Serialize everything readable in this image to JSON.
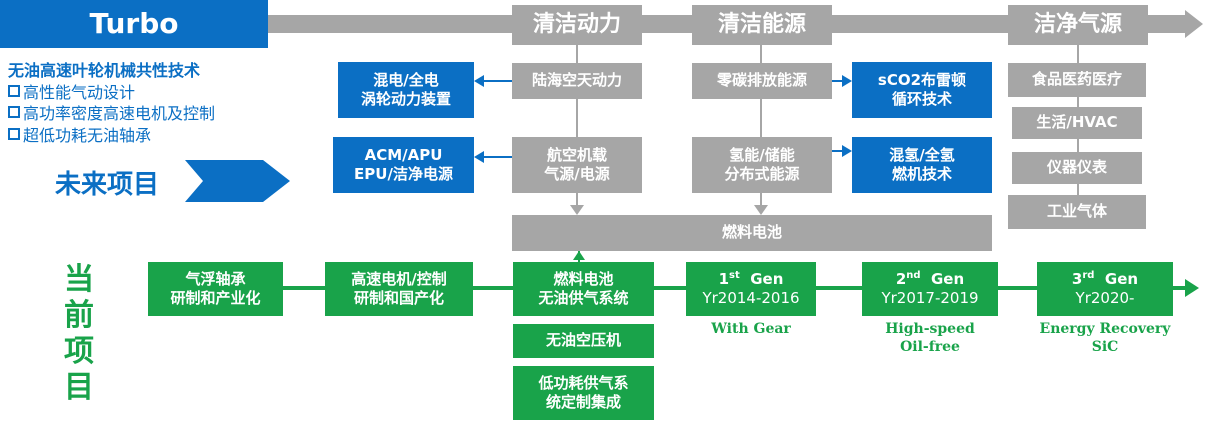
{
  "turbo": {
    "title": "Turbo"
  },
  "tech": {
    "title": "无油高速叶轮机械共性技术",
    "items": [
      "高性能气动设计",
      "高功率密度高速电机及控制",
      "超低功耗无油轴承"
    ]
  },
  "future_label": "未来项目",
  "current_label": "当前项目",
  "categories": [
    "清洁动力",
    "清洁能源",
    "洁净气源"
  ],
  "col1": {
    "app1": "陆海空天动力",
    "app2": "航空机载\n气源/电源"
  },
  "col2": {
    "app1": "零碳排放能源",
    "app2": "氢能/储能\n分布式能源"
  },
  "col3": {
    "items": [
      "食品医药医疗",
      "生活/HVAC",
      "仪器仪表",
      "工业气体"
    ]
  },
  "blue": {
    "left1": "混电/全电\n涡轮动力装置",
    "left2": "ACM/APU\nEPU/洁净电源",
    "right1": "sCO2布雷顿\n循环技术",
    "right2": "混氢/全氢\n燃机技术"
  },
  "fuel_cell": "燃料电池",
  "current": {
    "b1": "气浮轴承\n研制和产业化",
    "b2": "高速电机/控制\n研制和国产化",
    "b3": "燃料电池\n无油供气系统",
    "b4": "无油空压机",
    "b5": "低功耗供气系\n统定制集成"
  },
  "gens": [
    {
      "num": "1",
      "sup": "st",
      "label": "Gen",
      "years": "Yr2014-2016",
      "note": "With Gear"
    },
    {
      "num": "2",
      "sup": "nd",
      "label": "Gen",
      "years": "Yr2017-2019",
      "note": "High-speed\nOil-free"
    },
    {
      "num": "3",
      "sup": "rd",
      "label": "Gen",
      "years": "Yr2020-",
      "note": "Energy Recovery\nSiC"
    }
  ],
  "colors": {
    "gray": "#a6a6a6",
    "blue": "#0b6fc4",
    "green": "#19a34a"
  }
}
